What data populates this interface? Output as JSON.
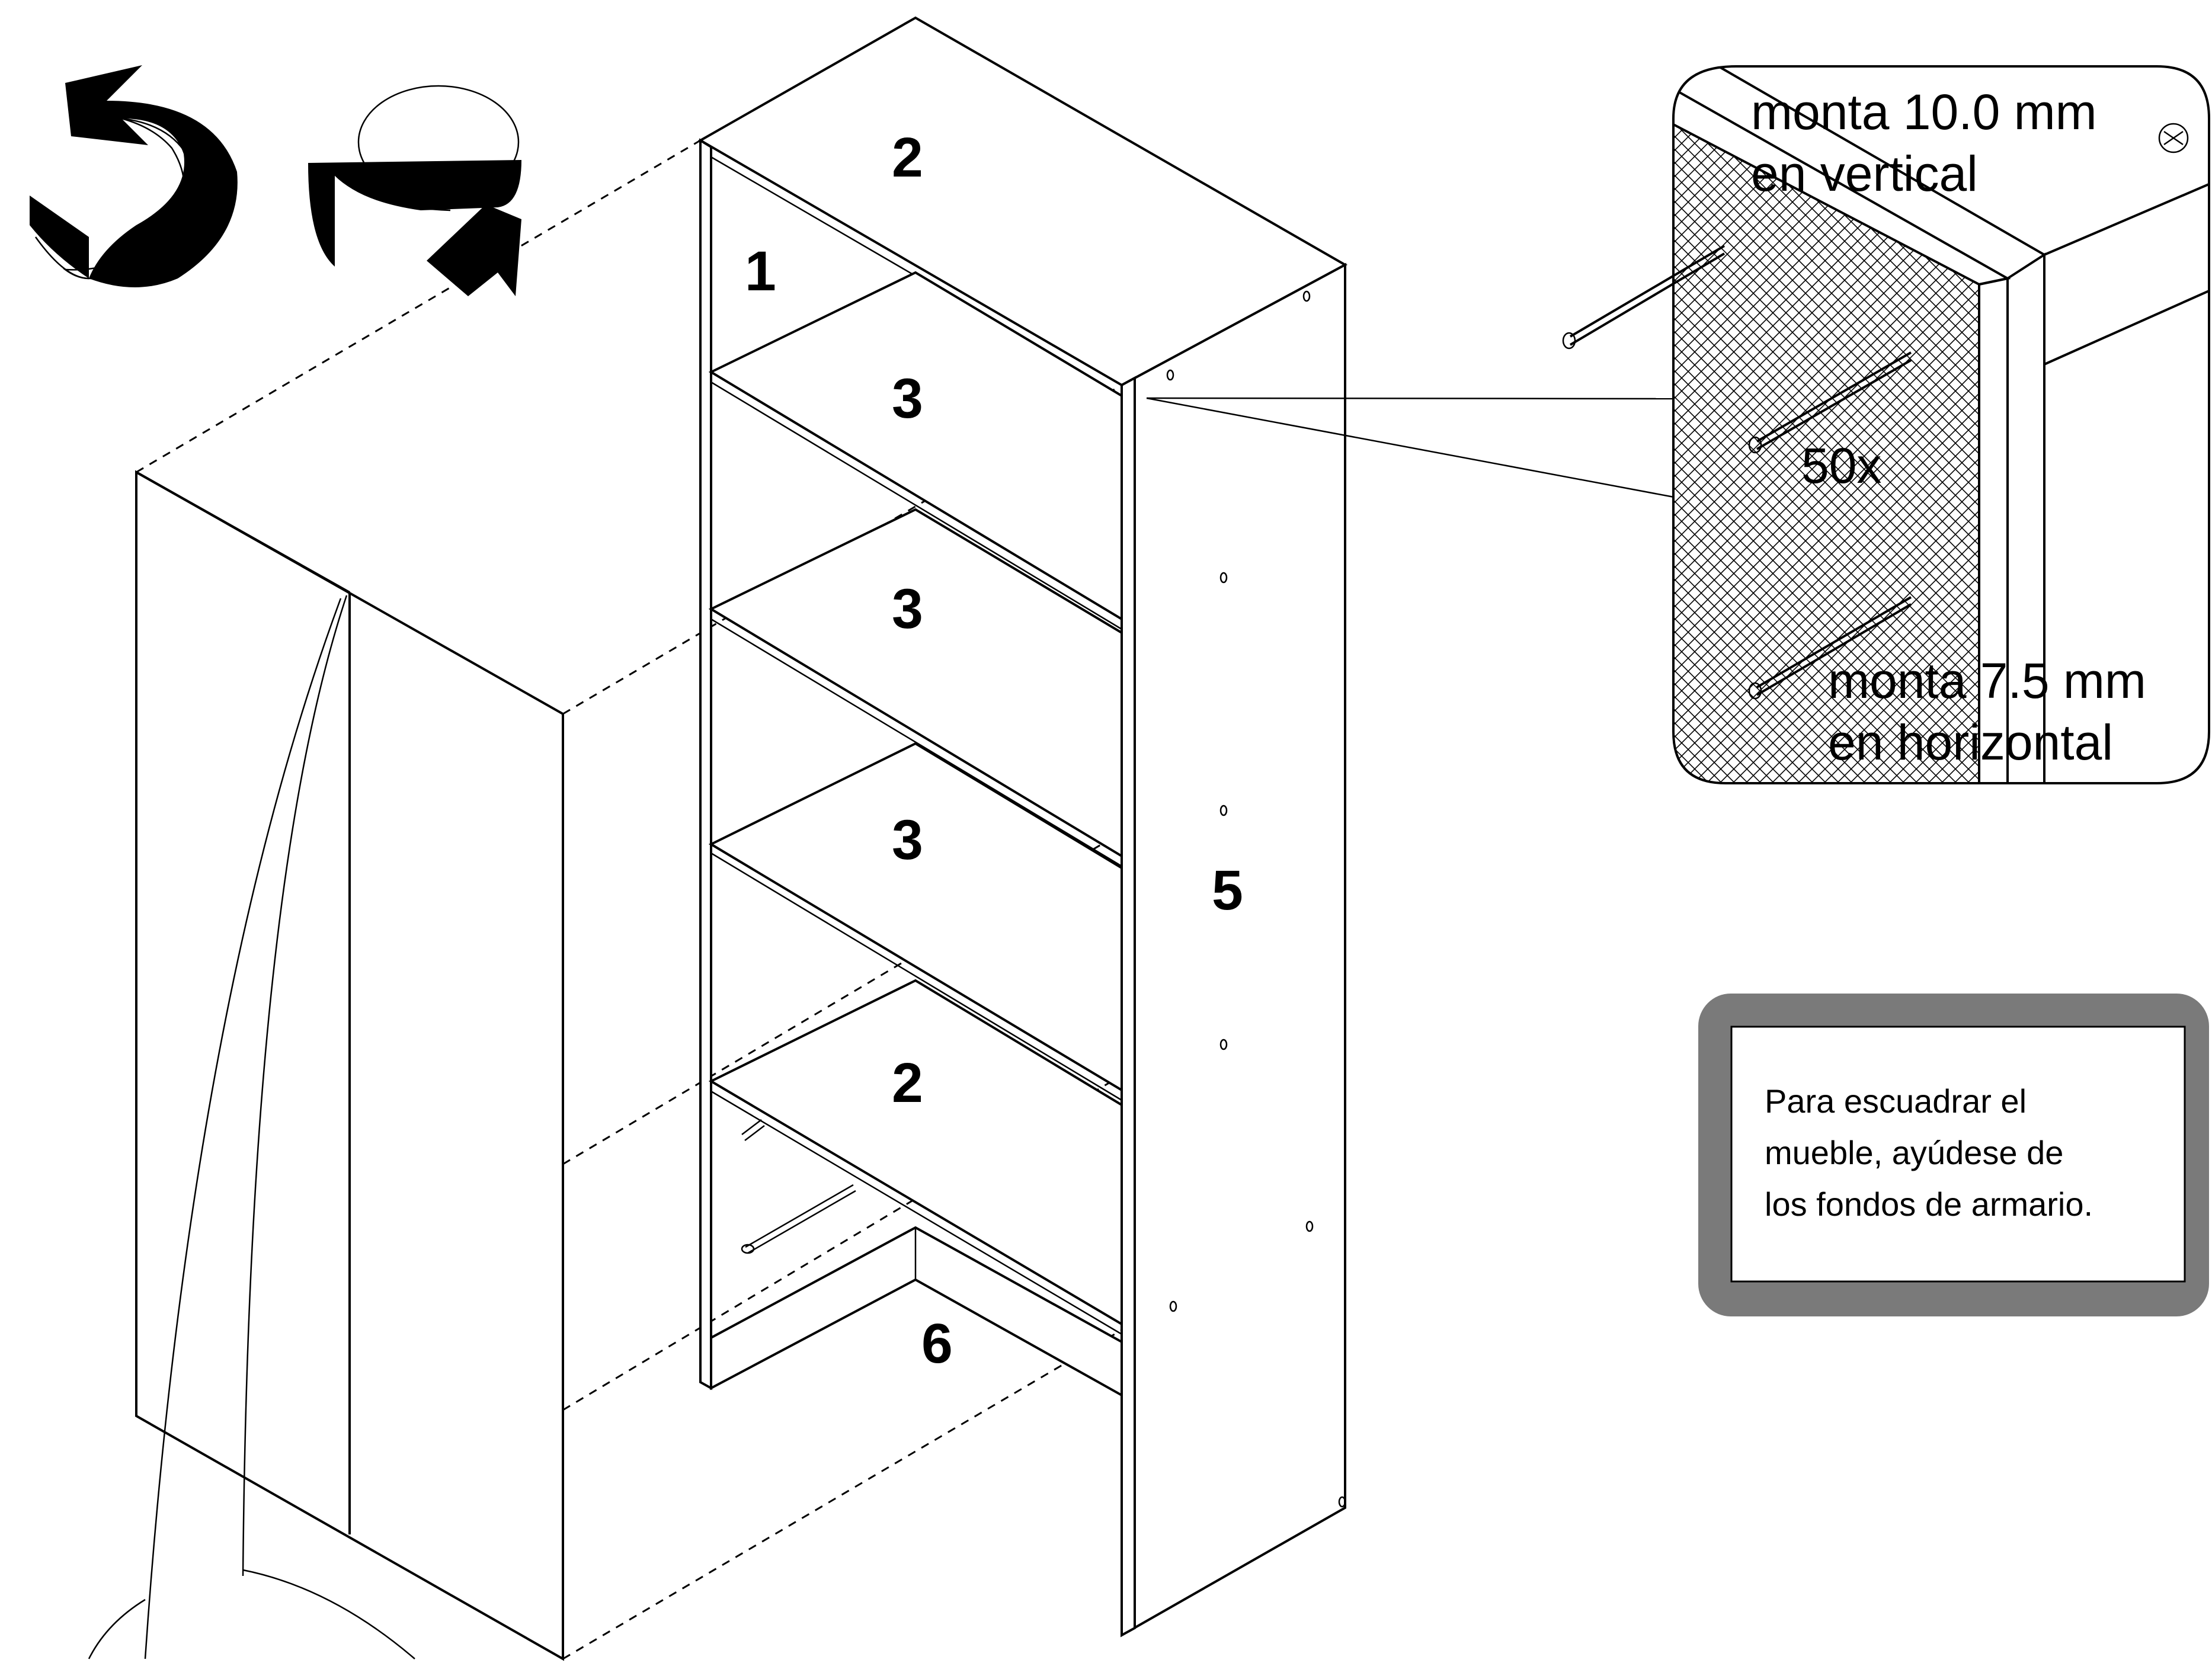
{
  "part_labels": {
    "top_panel": "2",
    "back_panel": "1",
    "shelf_1": "3",
    "shelf_2": "3",
    "shelf_3": "3",
    "bottom_panel": "2",
    "side_panel": "5",
    "plinth": "6"
  },
  "nail_detail": {
    "vertical_label_line1": "monta 10.0 mm",
    "vertical_label_line2": "en vertical",
    "quantity": "50x",
    "horizontal_label_line1": "monta 7.5 mm",
    "horizontal_label_line2": "en horizontal",
    "icon": "nail-head-icon"
  },
  "tip_box": {
    "line1": "Para escuadrar el",
    "line2": "mueble, ayúdese de",
    "line3": "los fondos de armario.",
    "border_color": "#7a7a7a"
  },
  "rotation_icons": [
    "rotate-counterclockwise-icon",
    "rotate-clockwise-icon"
  ]
}
